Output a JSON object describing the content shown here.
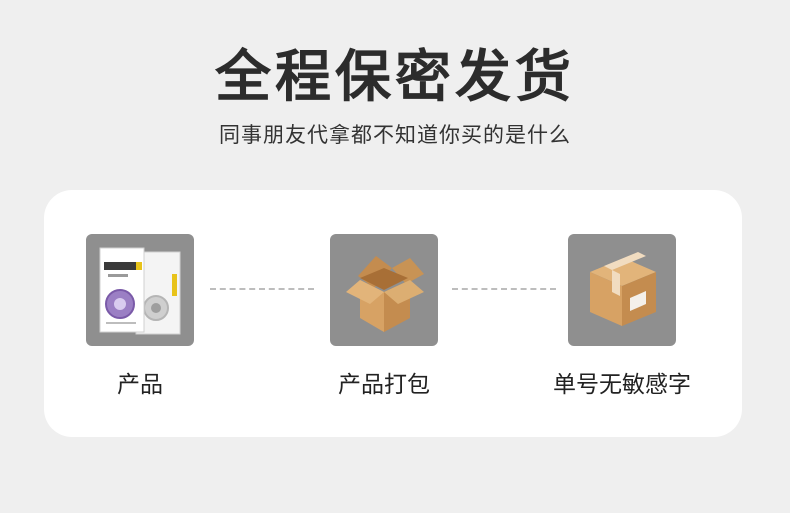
{
  "header": {
    "title": "全程保密发货",
    "subtitle": "同事朋友代拿都不知道你买的是什么"
  },
  "steps": [
    {
      "label": "产品",
      "icon": "product-box-icon"
    },
    {
      "label": "产品打包",
      "icon": "open-carton-icon"
    },
    {
      "label": "单号无敏感字",
      "icon": "sealed-carton-icon"
    }
  ],
  "colors": {
    "page_background": "#efefef",
    "card_background": "#ffffff",
    "step_tile": "#8f8f8f",
    "title_text": "#2c2c2c",
    "carton": "#d7a264"
  }
}
